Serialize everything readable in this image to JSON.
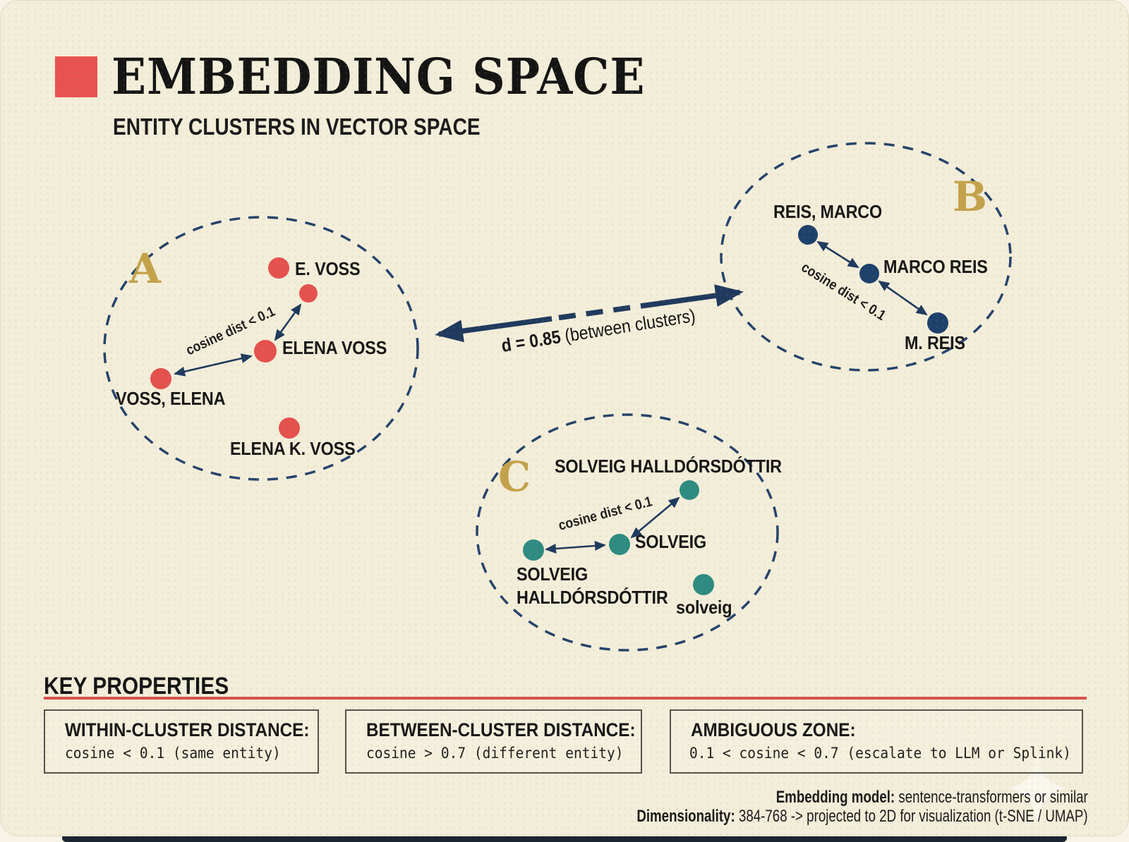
{
  "colors": {
    "cream_bg": "#f3eeda",
    "red": "#e5514d",
    "navy": "#25436b",
    "navy_dot": "#1e416b",
    "teal": "#2e8b81",
    "gold": "#c4a24b",
    "rule_red": "#d8514c",
    "text": "#171717"
  },
  "header": {
    "title": "EMBEDDING SPACE",
    "subtitle": "ENTITY CLUSTERS IN VECTOR SPACE"
  },
  "between_arrow": {
    "label_bold": "d = 0.85",
    "label_rest": " (between clusters)"
  },
  "clusters": [
    {
      "letter": "A",
      "color": "#e5514d",
      "cosine_label": "cosine dist < 0.1",
      "points": [
        {
          "label": "E. VOSS"
        },
        {
          "label": ""
        },
        {
          "label": "ELENA VOSS"
        },
        {
          "label": "VOSS, ELENA"
        },
        {
          "label": "ELENA K. VOSS"
        }
      ]
    },
    {
      "letter": "B",
      "color": "#1e416b",
      "cosine_label": "cosine dist < 0.1",
      "points": [
        {
          "label": "REIS, MARCO"
        },
        {
          "label": "MARCO REIS"
        },
        {
          "label": "M. REIS"
        }
      ]
    },
    {
      "letter": "C",
      "color": "#2e8b81",
      "cosine_label": "cosine dist < 0.1",
      "points": [
        {
          "label": "SOLVEIG HALLDÓRSDÓTTIR"
        },
        {
          "label": "SOLVEIG"
        },
        {
          "label_line1": "SOLVEIG",
          "label_line2": "HALLDÓRSDÓTTIR"
        },
        {
          "label": "solveig"
        }
      ]
    }
  ],
  "key_properties": {
    "heading": "KEY PROPERTIES",
    "boxes": [
      {
        "title": "WITHIN-CLUSTER DISTANCE:",
        "value": "cosine < 0.1 (same entity)"
      },
      {
        "title": "BETWEEN-CLUSTER DISTANCE:",
        "value": "cosine > 0.7 (different entity)"
      },
      {
        "title": "AMBIGUOUS ZONE:",
        "value": "0.1 < cosine < 0.7 (escalate to LLM or Splink)"
      }
    ]
  },
  "footer": {
    "line1_bold": "Embedding model:",
    "line1_rest": " sentence-transformers or similar",
    "line2_bold": "Dimensionality:",
    "line2_rest": " 384-768 -> projected to 2D for visualization (t-SNE / UMAP)"
  }
}
